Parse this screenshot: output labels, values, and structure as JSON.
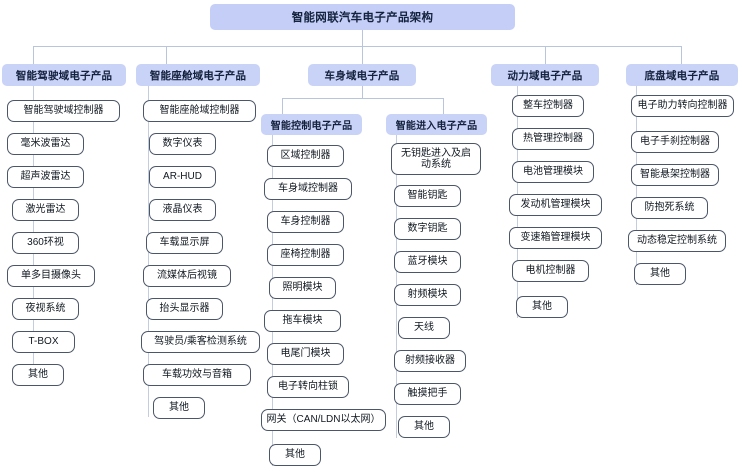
{
  "colors": {
    "root_fill": "#c4cef7",
    "domain_fill": "#c9d2f7",
    "connector": "#b9c5da",
    "item_border": "#4b5668",
    "item_fill": "#ffffff",
    "text_dark": "#14213d"
  },
  "root": {
    "label": "智能网联汽车电子产品架构"
  },
  "domains": [
    {
      "id": "adas",
      "label": "智能驾驶域电子产品",
      "items": [
        "智能驾驶域控制器",
        "毫米波雷达",
        "超声波雷达",
        "激光雷达",
        "360环视",
        "单多目摄像头",
        "夜视系统",
        "T-BOX",
        "其他"
      ]
    },
    {
      "id": "cockpit",
      "label": "智能座舱域电子产品",
      "items": [
        "智能座舱域控制器",
        "数字仪表",
        "AR-HUD",
        "液晶仪表",
        "车载显示屏",
        "流媒体后视镜",
        "抬头显示器",
        "驾驶员/乘客检测系统",
        "车载功效与音箱",
        "其他"
      ]
    },
    {
      "id": "body",
      "label": "车身域电子产品",
      "subgroups": [
        {
          "id": "body-control",
          "label": "智能控制电子产品",
          "items": [
            "区域控制器",
            "车身域控制器",
            "车身控制器",
            "座椅控制器",
            "照明模块",
            "拖车模块",
            "电尾门模块",
            "电子转向柱锁",
            "网关（CAN/LDN以太网）",
            "其他"
          ]
        },
        {
          "id": "body-access",
          "label": "智能进入电子产品",
          "items": [
            "无钥匙进入及启动系统",
            "智能钥匙",
            "数字钥匙",
            "蓝牙模块",
            "射频模块",
            "天线",
            "射频接收器",
            "触摸把手",
            "其他"
          ]
        }
      ]
    },
    {
      "id": "powertrain",
      "label": "动力域电子产品",
      "items": [
        "整车控制器",
        "热管理控制器",
        "电池管理模块",
        "发动机管理模块",
        "变速箱管理模块",
        "电机控制器",
        "其他"
      ]
    },
    {
      "id": "chassis",
      "label": "底盘域电子产品",
      "items": [
        "电子助力转向控制器",
        "电子手刹控制器",
        "智能悬架控制器",
        "防抱死系统",
        "动态稳定控制系统",
        "其他"
      ]
    }
  ]
}
